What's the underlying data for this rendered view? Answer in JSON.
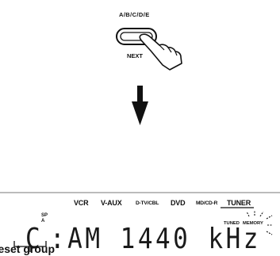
{
  "button": {
    "title": "A/B/C/D/E",
    "label": "NEXT"
  },
  "sources": [
    "VCR",
    "V-AUX",
    "D-TV/CBL",
    "DVD",
    "MD/CD-R",
    "TUNER"
  ],
  "indicators": {
    "sp": "SP",
    "sp_sub": "A",
    "tuned": "TUNED",
    "memory": "MEMORY"
  },
  "display": {
    "preset_group": "C",
    "readout": ":AM 1440 kHz"
  },
  "caption": "reset group"
}
